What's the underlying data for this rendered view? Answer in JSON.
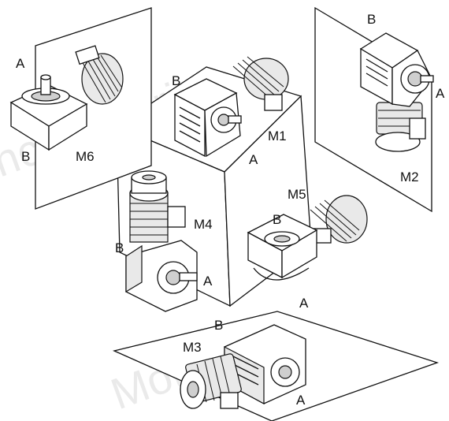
{
  "watermark": {
    "text_1": "nceMotori",
    "text_2": "Motori"
  },
  "positions": {
    "m1": {
      "name": "M1",
      "a": "A",
      "b": "B"
    },
    "m2": {
      "name": "M2",
      "a": "A",
      "b": "B"
    },
    "m3": {
      "name": "M3",
      "a": "A",
      "b": "B"
    },
    "m4": {
      "name": "M4",
      "a": "A",
      "b": "B"
    },
    "m5": {
      "name": "M5",
      "a": "A",
      "b": "B"
    },
    "m6": {
      "name": "M6",
      "a": "A",
      "b": "B"
    }
  }
}
